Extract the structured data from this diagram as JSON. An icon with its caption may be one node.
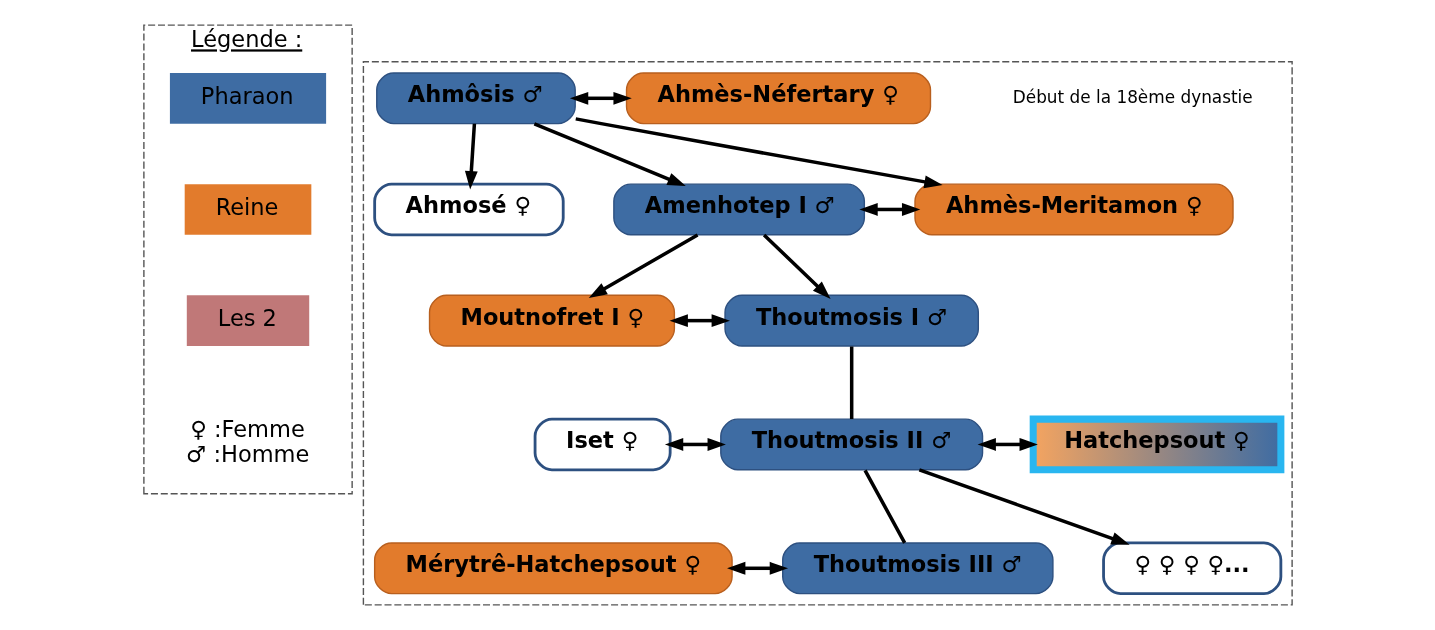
{
  "diagram": {
    "nodes": [
      {
        "text": [
          "Légende :"
        ]
      },
      {
        "text": [],
        "shape": "box"
      },
      {
        "text": [
          "Ahmôsis ♂"
        ],
        "in": 1
      },
      {
        "text": [
          "Ahmès-Néfertary ♀"
        ],
        "in": 1
      },
      {
        "text": [
          "Ahmosé ♀"
        ],
        "in": 1
      },
      {
        "text": [
          "Amenhotep I ♂"
        ],
        "in": 1
      },
      {
        "text": [
          "Ahmès-Meritamon ♀"
        ],
        "in": 1
      },
      {
        "text": [
          "Moutnofret I ♀"
        ],
        "in": 1
      },
      {
        "text": [
          "Thoutmosis I ♂"
        ],
        "in": 1
      },
      {
        "text": [
          "Iset ♀"
        ],
        "in": 1
      },
      {
        "text": [
          "Thoutmosis II ♂"
        ],
        "in": 1
      },
      {
        "text": [
          "Hatchepsout ♀"
        ],
        "in": 1
      },
      {
        "text": [
          "Mérytrê-Hatchepsout ♀"
        ],
        "in": 1
      },
      {
        "text": [
          "Thoutmosis III ♂"
        ],
        "in": 1
      },
      {
        "text": [
          "♀ ♀ ♀ ♀..."
        ],
        "in": 1
      }
    ],
    "edges": [
      {
        "from": 2,
        "to": 3,
        "arrow": "both"
      },
      {
        "from": 2,
        "to": 4,
        "arrow": "to"
      },
      {
        "from": 2,
        "to": 5,
        "arrow": "to"
      },
      {
        "from": 2,
        "to": 6,
        "arrow": "to"
      },
      {
        "from": 5,
        "to": 6,
        "arrow": "both"
      },
      {
        "from": 5,
        "to": 7,
        "arrow": "to"
      },
      {
        "from": 5,
        "to": 8,
        "arrow": "to"
      },
      {
        "from": 7,
        "to": 8,
        "arrow": "both"
      },
      {
        "from": 8,
        "to": 10,
        "arrow": "none"
      },
      {
        "from": 9,
        "to": 10,
        "arrow": "both"
      },
      {
        "from": 10,
        "to": 11,
        "arrow": "both"
      },
      {
        "from": 10,
        "to": 13,
        "arrow": "none"
      },
      {
        "from": 10,
        "to": 14,
        "arrow": "to"
      },
      {
        "from": 12,
        "to": 13,
        "arrow": "both"
      }
    ],
    "labels": [
      "Début de la 18ème dynastie",
      "♀ :Femme",
      "♂ :Homme"
    ],
    "legend": [
      {
        "text": "Pharaon",
        "color": "#3e6ca3"
      },
      {
        "text": "Reine",
        "color": "#e27b2c"
      },
      {
        "text": "Les 2",
        "color": "#c07878"
      }
    ]
  }
}
